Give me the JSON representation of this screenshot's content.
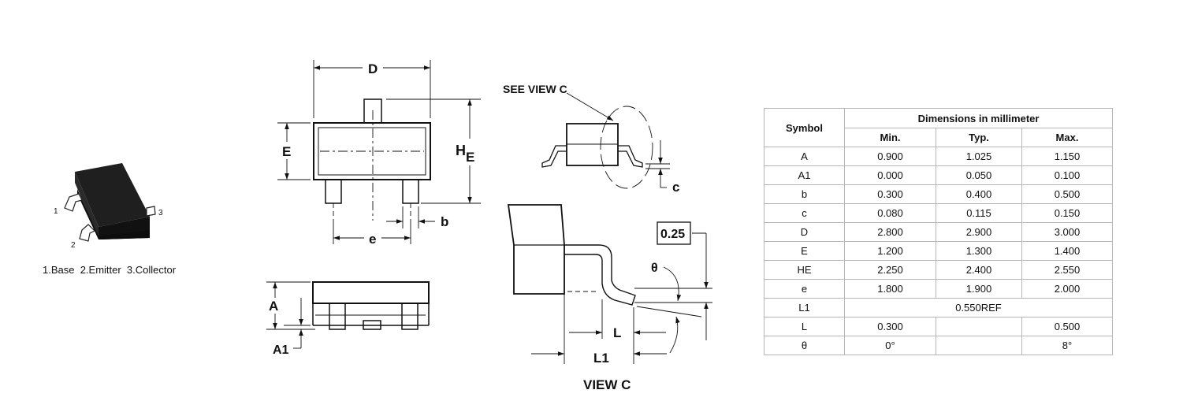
{
  "package_photo": {
    "pin_labels": [
      "1",
      "2",
      "3"
    ],
    "caption": "1.Base  2.Emitter  3.Collector"
  },
  "top_view": {
    "dim_D": "D",
    "dim_E": "E",
    "dim_HE_main": "H",
    "dim_HE_sub": "E",
    "dim_e": "e",
    "dim_b": "b"
  },
  "side_view": {
    "dim_A": "A",
    "dim_A1": "A1"
  },
  "front_view": {
    "callout": "SEE VIEW C",
    "dim_c": "c"
  },
  "view_c": {
    "title": "VIEW C",
    "gauge": "0.25",
    "angle": "θ",
    "dim_L": "L",
    "dim_L1": "L1"
  },
  "table": {
    "symbol_header": "Symbol",
    "group_header": "Dimensions in millimeter",
    "columns": [
      "Min.",
      "Typ.",
      "Max."
    ],
    "rows": [
      {
        "symbol": "A",
        "min": "0.900",
        "typ": "1.025",
        "max": "1.150"
      },
      {
        "symbol": "A1",
        "min": "0.000",
        "typ": "0.050",
        "max": "0.100"
      },
      {
        "symbol": "b",
        "min": "0.300",
        "typ": "0.400",
        "max": "0.500"
      },
      {
        "symbol": "c",
        "min": "0.080",
        "typ": "0.115",
        "max": "0.150"
      },
      {
        "symbol": "D",
        "min": "2.800",
        "typ": "2.900",
        "max": "3.000"
      },
      {
        "symbol": "E",
        "min": "1.200",
        "typ": "1.300",
        "max": "1.400"
      },
      {
        "symbol": "HE",
        "min": "2.250",
        "typ": "2.400",
        "max": "2.550"
      },
      {
        "symbol": "e",
        "min": "1.800",
        "typ": "1.900",
        "max": "2.000"
      },
      {
        "symbol": "L1",
        "merged": "0.550REF"
      },
      {
        "symbol": "L",
        "min": "0.300",
        "typ": "",
        "max": "0.500"
      },
      {
        "symbol": "θ",
        "min": "0°",
        "typ": "",
        "max": "8°"
      }
    ]
  }
}
